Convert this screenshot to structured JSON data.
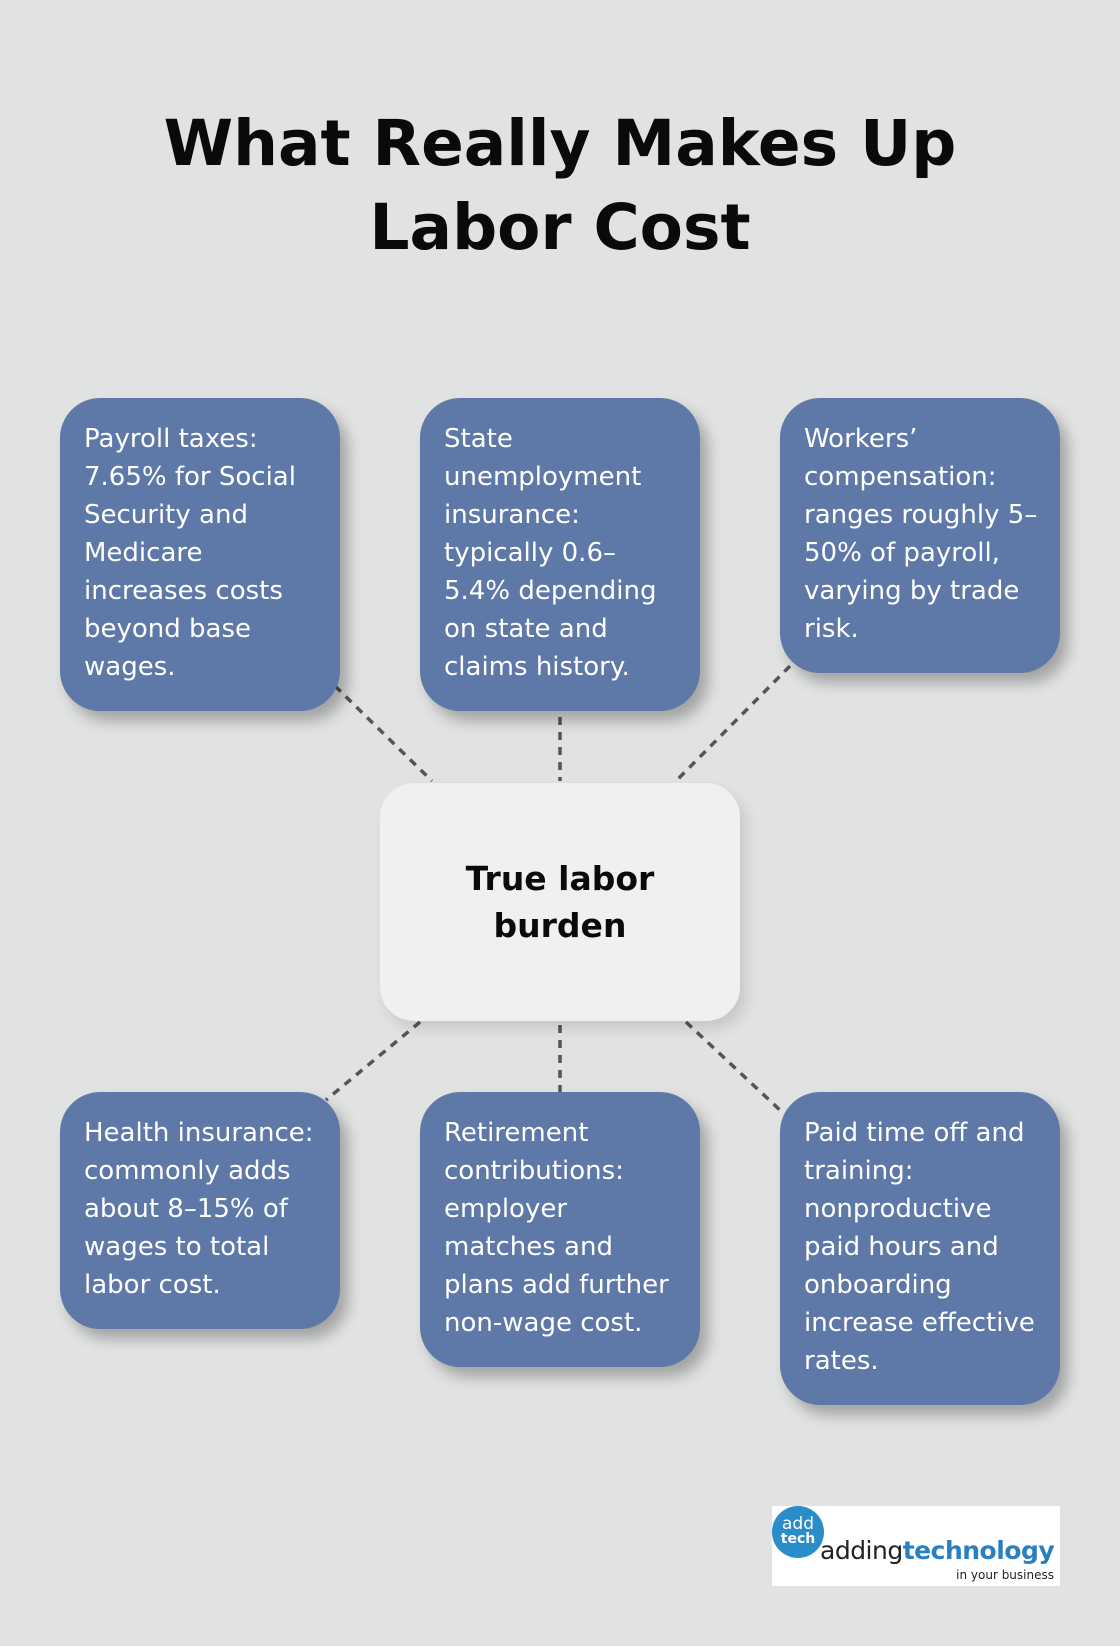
{
  "title": "What Really Makes Up Labor Cost",
  "center": {
    "label": "True labor burden"
  },
  "cards": {
    "payroll": "Payroll taxes: 7.65% for Social Security and Medicare increases costs beyond base wages.",
    "unemployment": "State unemployment insurance: typically 0.6–5.4% depending on state and claims history.",
    "workers_comp": "Workers’ compensation: ranges roughly 5–50% of payroll, varying by trade risk.",
    "health": "Health insurance: commonly adds about 8–15% of wages to total labor cost.",
    "retirement": "Retirement contributions: employer matches and plans add further non-wage cost.",
    "pto": "Paid time off and training: nonproductive paid hours and onboarding increase effective rates."
  },
  "logo": {
    "badge_top": "add",
    "badge_bottom": "tech",
    "word_plain": "adding",
    "word_bold": "technology",
    "tagline": "in your business"
  },
  "colors": {
    "background": "#e1e3e2",
    "card": "#5e78a8",
    "center": "#eff0f1",
    "brand": "#2a8cc8"
  }
}
